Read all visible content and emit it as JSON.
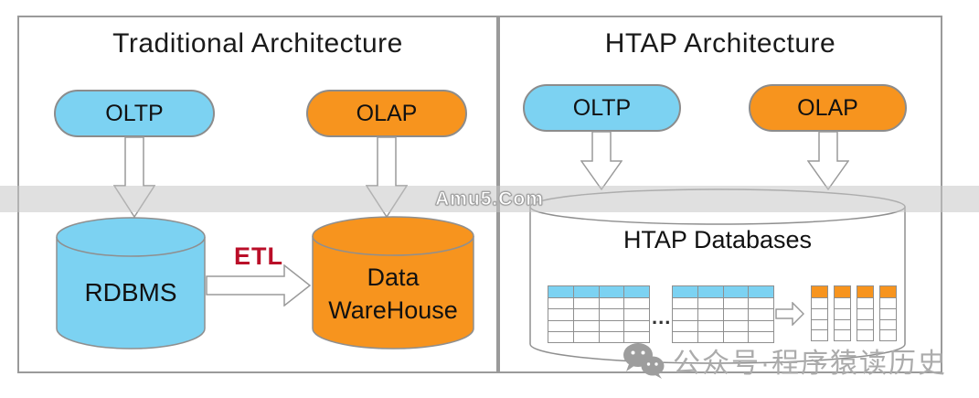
{
  "colors": {
    "blue": "#7CD2F2",
    "orange": "#F7941E",
    "etl_red": "#BA0E28",
    "shape_border": "#8F8F8F",
    "watermark_gray": "#ABABAB"
  },
  "left_panel": {
    "title": "Traditional Architecture",
    "oltp_label": "OLTP",
    "olap_label": "OLAP",
    "rdbms_label": "RDBMS",
    "warehouse_line1": "Data",
    "warehouse_line2": "WareHouse",
    "etl_label": "ETL"
  },
  "right_panel": {
    "title": "HTAP Architecture",
    "oltp_label": "OLTP",
    "olap_label": "OLAP",
    "cylinder_label": "HTAP Databases",
    "ellipsis": "...",
    "table_icons": {
      "wide_tables": 2,
      "cols": 4,
      "rows": 5,
      "strips": 4,
      "strip_rows": 5
    }
  },
  "watermarks": {
    "band_text": "Amu5.Com",
    "footer_text": "公众号·程序猿读历史"
  }
}
